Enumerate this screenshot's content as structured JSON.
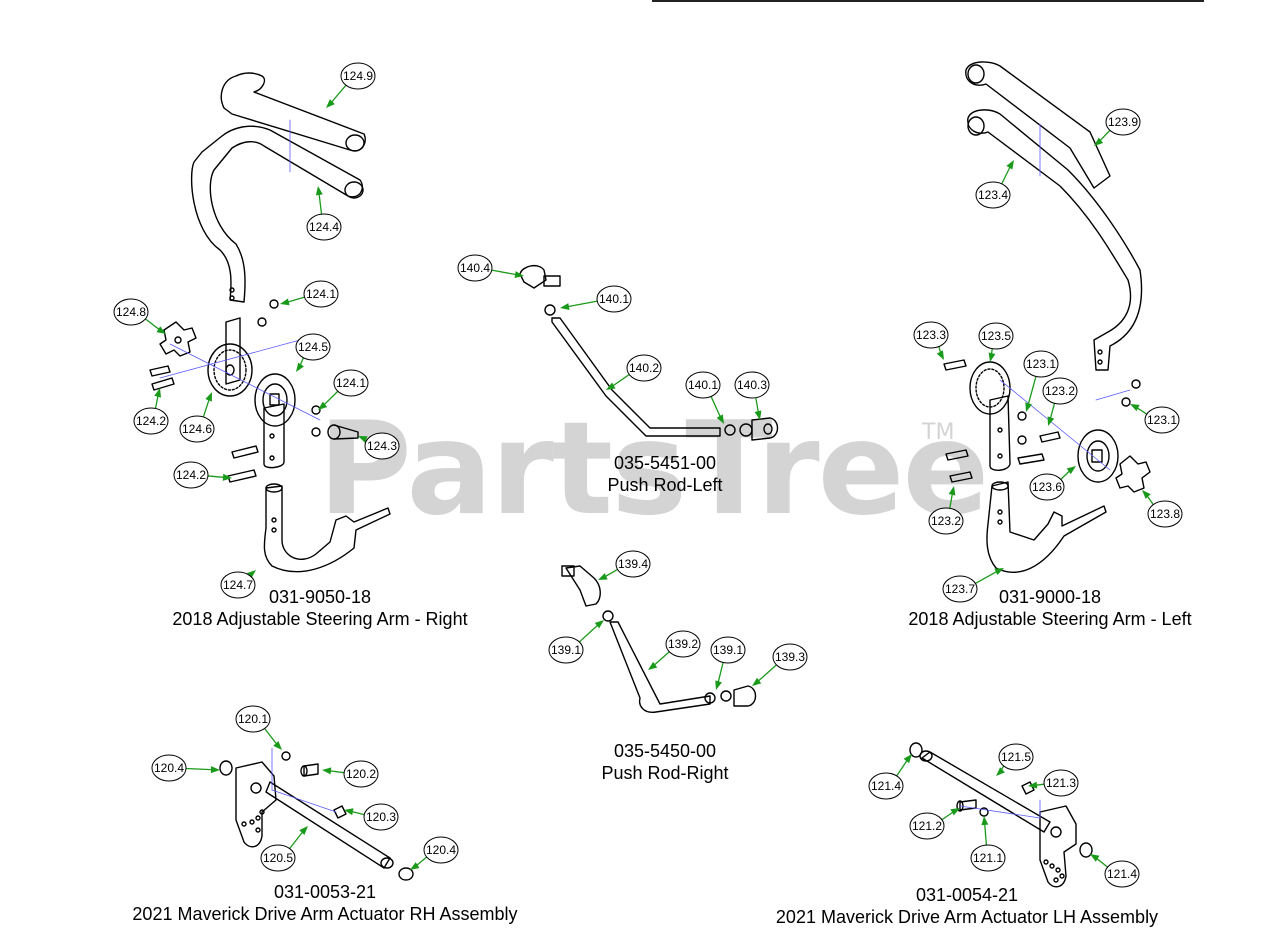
{
  "watermark": {
    "text": "PartsTree",
    "tm": "TM"
  },
  "colors": {
    "leader": "#1a9a1a",
    "line": "#000000",
    "accent_blue": "#5a5aff"
  },
  "assemblies": [
    {
      "id": "steer-right",
      "part_no": "031-9050-18",
      "title": "2018 Adjustable Steering Arm - Right"
    },
    {
      "id": "push-left",
      "part_no": "035-5451-00",
      "title": "Push Rod-Left"
    },
    {
      "id": "steer-left",
      "part_no": "031-9000-18",
      "title": "2018 Adjustable Steering Arm - Left"
    },
    {
      "id": "push-right",
      "part_no": "035-5450-00",
      "title": "Push Rod-Right"
    },
    {
      "id": "act-rh",
      "part_no": "031-0053-21",
      "title": "2021 Maverick Drive Arm Actuator RH Assembly"
    },
    {
      "id": "act-lh",
      "part_no": "031-0054-21",
      "title": "2021 Maverick Drive Arm Actuator LH Assembly"
    }
  ],
  "callouts": [
    "124.9",
    "124.4",
    "124.8",
    "124.1",
    "124.5",
    "124.1",
    "124.2",
    "124.6",
    "124.3",
    "124.2",
    "124.7",
    "140.4",
    "140.1",
    "140.2",
    "140.1",
    "140.3",
    "139.4",
    "139.1",
    "139.2",
    "139.1",
    "139.3",
    "123.9",
    "123.4",
    "123.3",
    "123.5",
    "123.1",
    "123.2",
    "123.1",
    "123.6",
    "123.8",
    "123.2",
    "123.7",
    "120.1",
    "120.4",
    "120.2",
    "120.3",
    "120.5",
    "120.4",
    "121.5",
    "121.4",
    "121.3",
    "121.2",
    "121.1",
    "121.4"
  ]
}
